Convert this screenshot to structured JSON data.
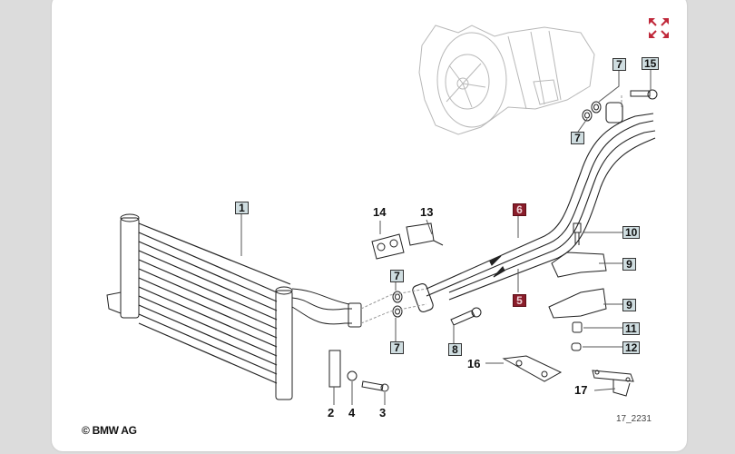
{
  "diagram": {
    "title": "Transmission oil cooler / oil cooler lines",
    "copyright": "© BMW AG",
    "figure_number": "17_2231",
    "expand_icon": "expand-arrows-icon",
    "accent_color": "#c0283a",
    "callout_box_color": "#cfdde0",
    "callout_highlight_color": "#8a1d2a",
    "callouts": [
      {
        "id": "1",
        "label": "1",
        "boxed": true,
        "highlight": false,
        "part": "oil cooler"
      },
      {
        "id": "2",
        "label": "2",
        "boxed": false,
        "highlight": false,
        "part": "bracket"
      },
      {
        "id": "3",
        "label": "3",
        "boxed": false,
        "highlight": false,
        "part": "bolt"
      },
      {
        "id": "4",
        "label": "4",
        "boxed": false,
        "highlight": false,
        "part": "washer"
      },
      {
        "id": "5",
        "label": "5",
        "boxed": true,
        "highlight": true,
        "part": "return line"
      },
      {
        "id": "6",
        "label": "6",
        "boxed": true,
        "highlight": true,
        "part": "feed line"
      },
      {
        "id": "7a",
        "label": "7",
        "boxed": true,
        "highlight": false,
        "part": "seal ring (upper front)"
      },
      {
        "id": "7b",
        "label": "7",
        "boxed": true,
        "highlight": false,
        "part": "seal ring (lower front)"
      },
      {
        "id": "7c",
        "label": "7",
        "boxed": true,
        "highlight": false,
        "part": "seal ring (upper rear)"
      },
      {
        "id": "7d",
        "label": "7",
        "boxed": true,
        "highlight": false,
        "part": "seal ring (lower rear)"
      },
      {
        "id": "8",
        "label": "8",
        "boxed": true,
        "highlight": false,
        "part": "bolt"
      },
      {
        "id": "9a",
        "label": "9",
        "boxed": true,
        "highlight": false,
        "part": "holder upper"
      },
      {
        "id": "9b",
        "label": "9",
        "boxed": true,
        "highlight": false,
        "part": "holder lower"
      },
      {
        "id": "10",
        "label": "10",
        "boxed": true,
        "highlight": false,
        "part": "bolt"
      },
      {
        "id": "11",
        "label": "11",
        "boxed": true,
        "highlight": false,
        "part": "rubber mount"
      },
      {
        "id": "12",
        "label": "12",
        "boxed": true,
        "highlight": false,
        "part": "spacer"
      },
      {
        "id": "13",
        "label": "13",
        "boxed": false,
        "highlight": false,
        "part": "clamp"
      },
      {
        "id": "14",
        "label": "14",
        "boxed": false,
        "highlight": false,
        "part": "line holder"
      },
      {
        "id": "15",
        "label": "15",
        "boxed": true,
        "highlight": false,
        "part": "bolt"
      },
      {
        "id": "16",
        "label": "16",
        "boxed": false,
        "highlight": false,
        "part": "bracket"
      },
      {
        "id": "17",
        "label": "17",
        "boxed": false,
        "highlight": false,
        "part": "bracket"
      }
    ]
  }
}
